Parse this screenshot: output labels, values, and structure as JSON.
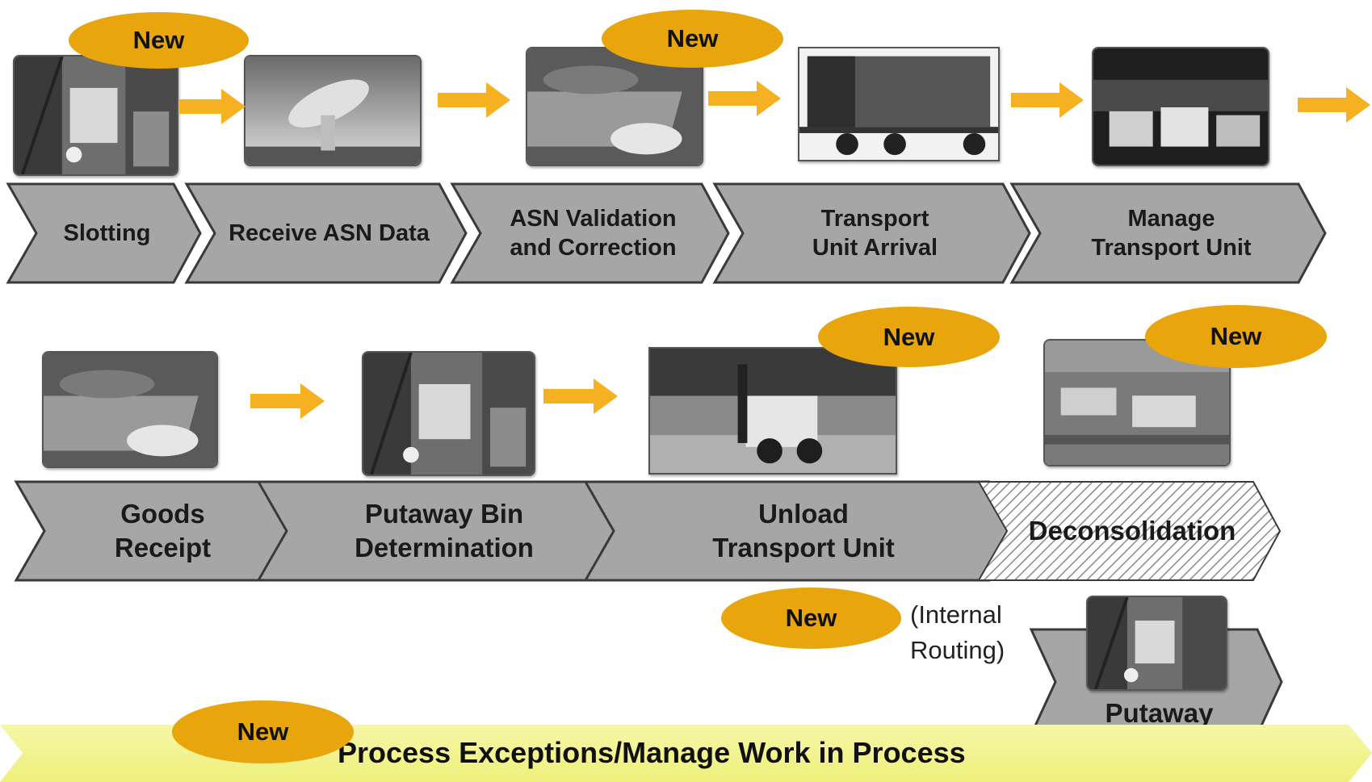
{
  "badge_text": "New",
  "colors": {
    "accent_orange": "#e8a60c",
    "arrow_orange": "#f5b122",
    "chevron_gray": "#a6a6a6",
    "banner_yellow": "#f4f49e"
  },
  "row1": {
    "steps": [
      {
        "label": "Slotting"
      },
      {
        "label": "Receive ASN Data"
      },
      {
        "label": "ASN Validation\nand Correction"
      },
      {
        "label": "Transport\nUnit Arrival"
      },
      {
        "label": "Manage\nTransport Unit"
      }
    ],
    "photos": [
      "warehouse-shelves-photo",
      "satellite-dish-photo",
      "keyboard-typing-photo",
      "flatbed-truck-photo",
      "trucks-at-night-photo"
    ]
  },
  "row2": {
    "steps": [
      {
        "label": "Goods\nReceipt"
      },
      {
        "label": "Putaway Bin\nDetermination"
      },
      {
        "label": "Unload\nTransport Unit"
      },
      {
        "label": "Deconsolidation"
      }
    ],
    "photos": [
      "keyboard-typing-photo",
      "warehouse-shelves-photo",
      "forklift-photo",
      "conveyor-packages-photo"
    ]
  },
  "side_step": {
    "label": "Putaway",
    "photo": "warehouse-shelves-photo"
  },
  "internal_routing_note": "(Internal\nRouting)",
  "banner": {
    "label": "Process Exceptions/Manage Work in Process"
  }
}
